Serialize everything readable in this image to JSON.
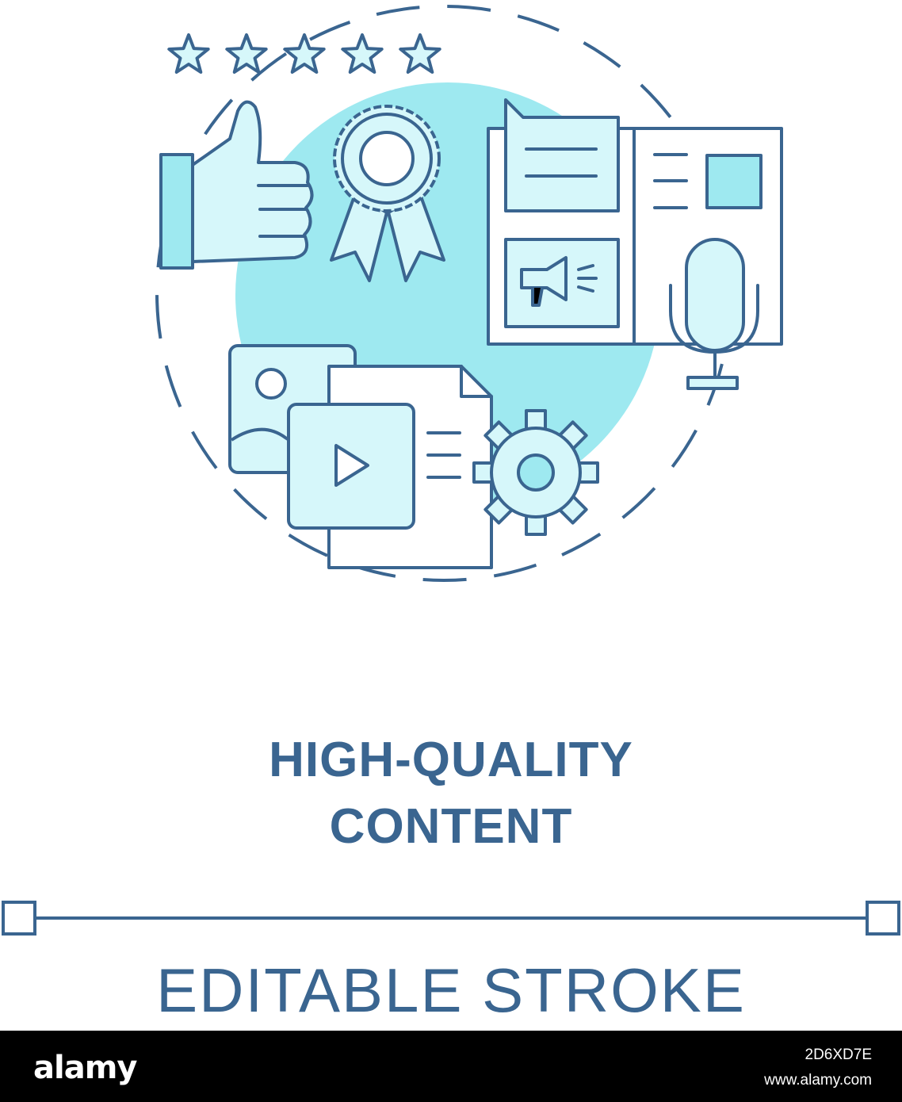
{
  "title": {
    "line1": "HIGH-QUALITY",
    "line2": "CONTENT"
  },
  "caption": "EDITABLE STROKE",
  "footer": {
    "brand": "alamy",
    "stock_id": "2D6XD7E",
    "url": "www.alamy.com"
  },
  "rating": {
    "stars": 5
  },
  "colors": {
    "stroke": "#3a6590",
    "accent_fill": "#9ee9f0",
    "light_fill": "#d6f7fa",
    "footer_bg": "#000000",
    "footer_text": "#ffffff"
  },
  "icons": [
    "star-icon",
    "thumbs-up-icon",
    "award-ribbon-icon",
    "chat-bubble-icon",
    "megaphone-icon",
    "microphone-icon",
    "image-icon",
    "document-icon",
    "video-play-icon",
    "gear-icon"
  ]
}
